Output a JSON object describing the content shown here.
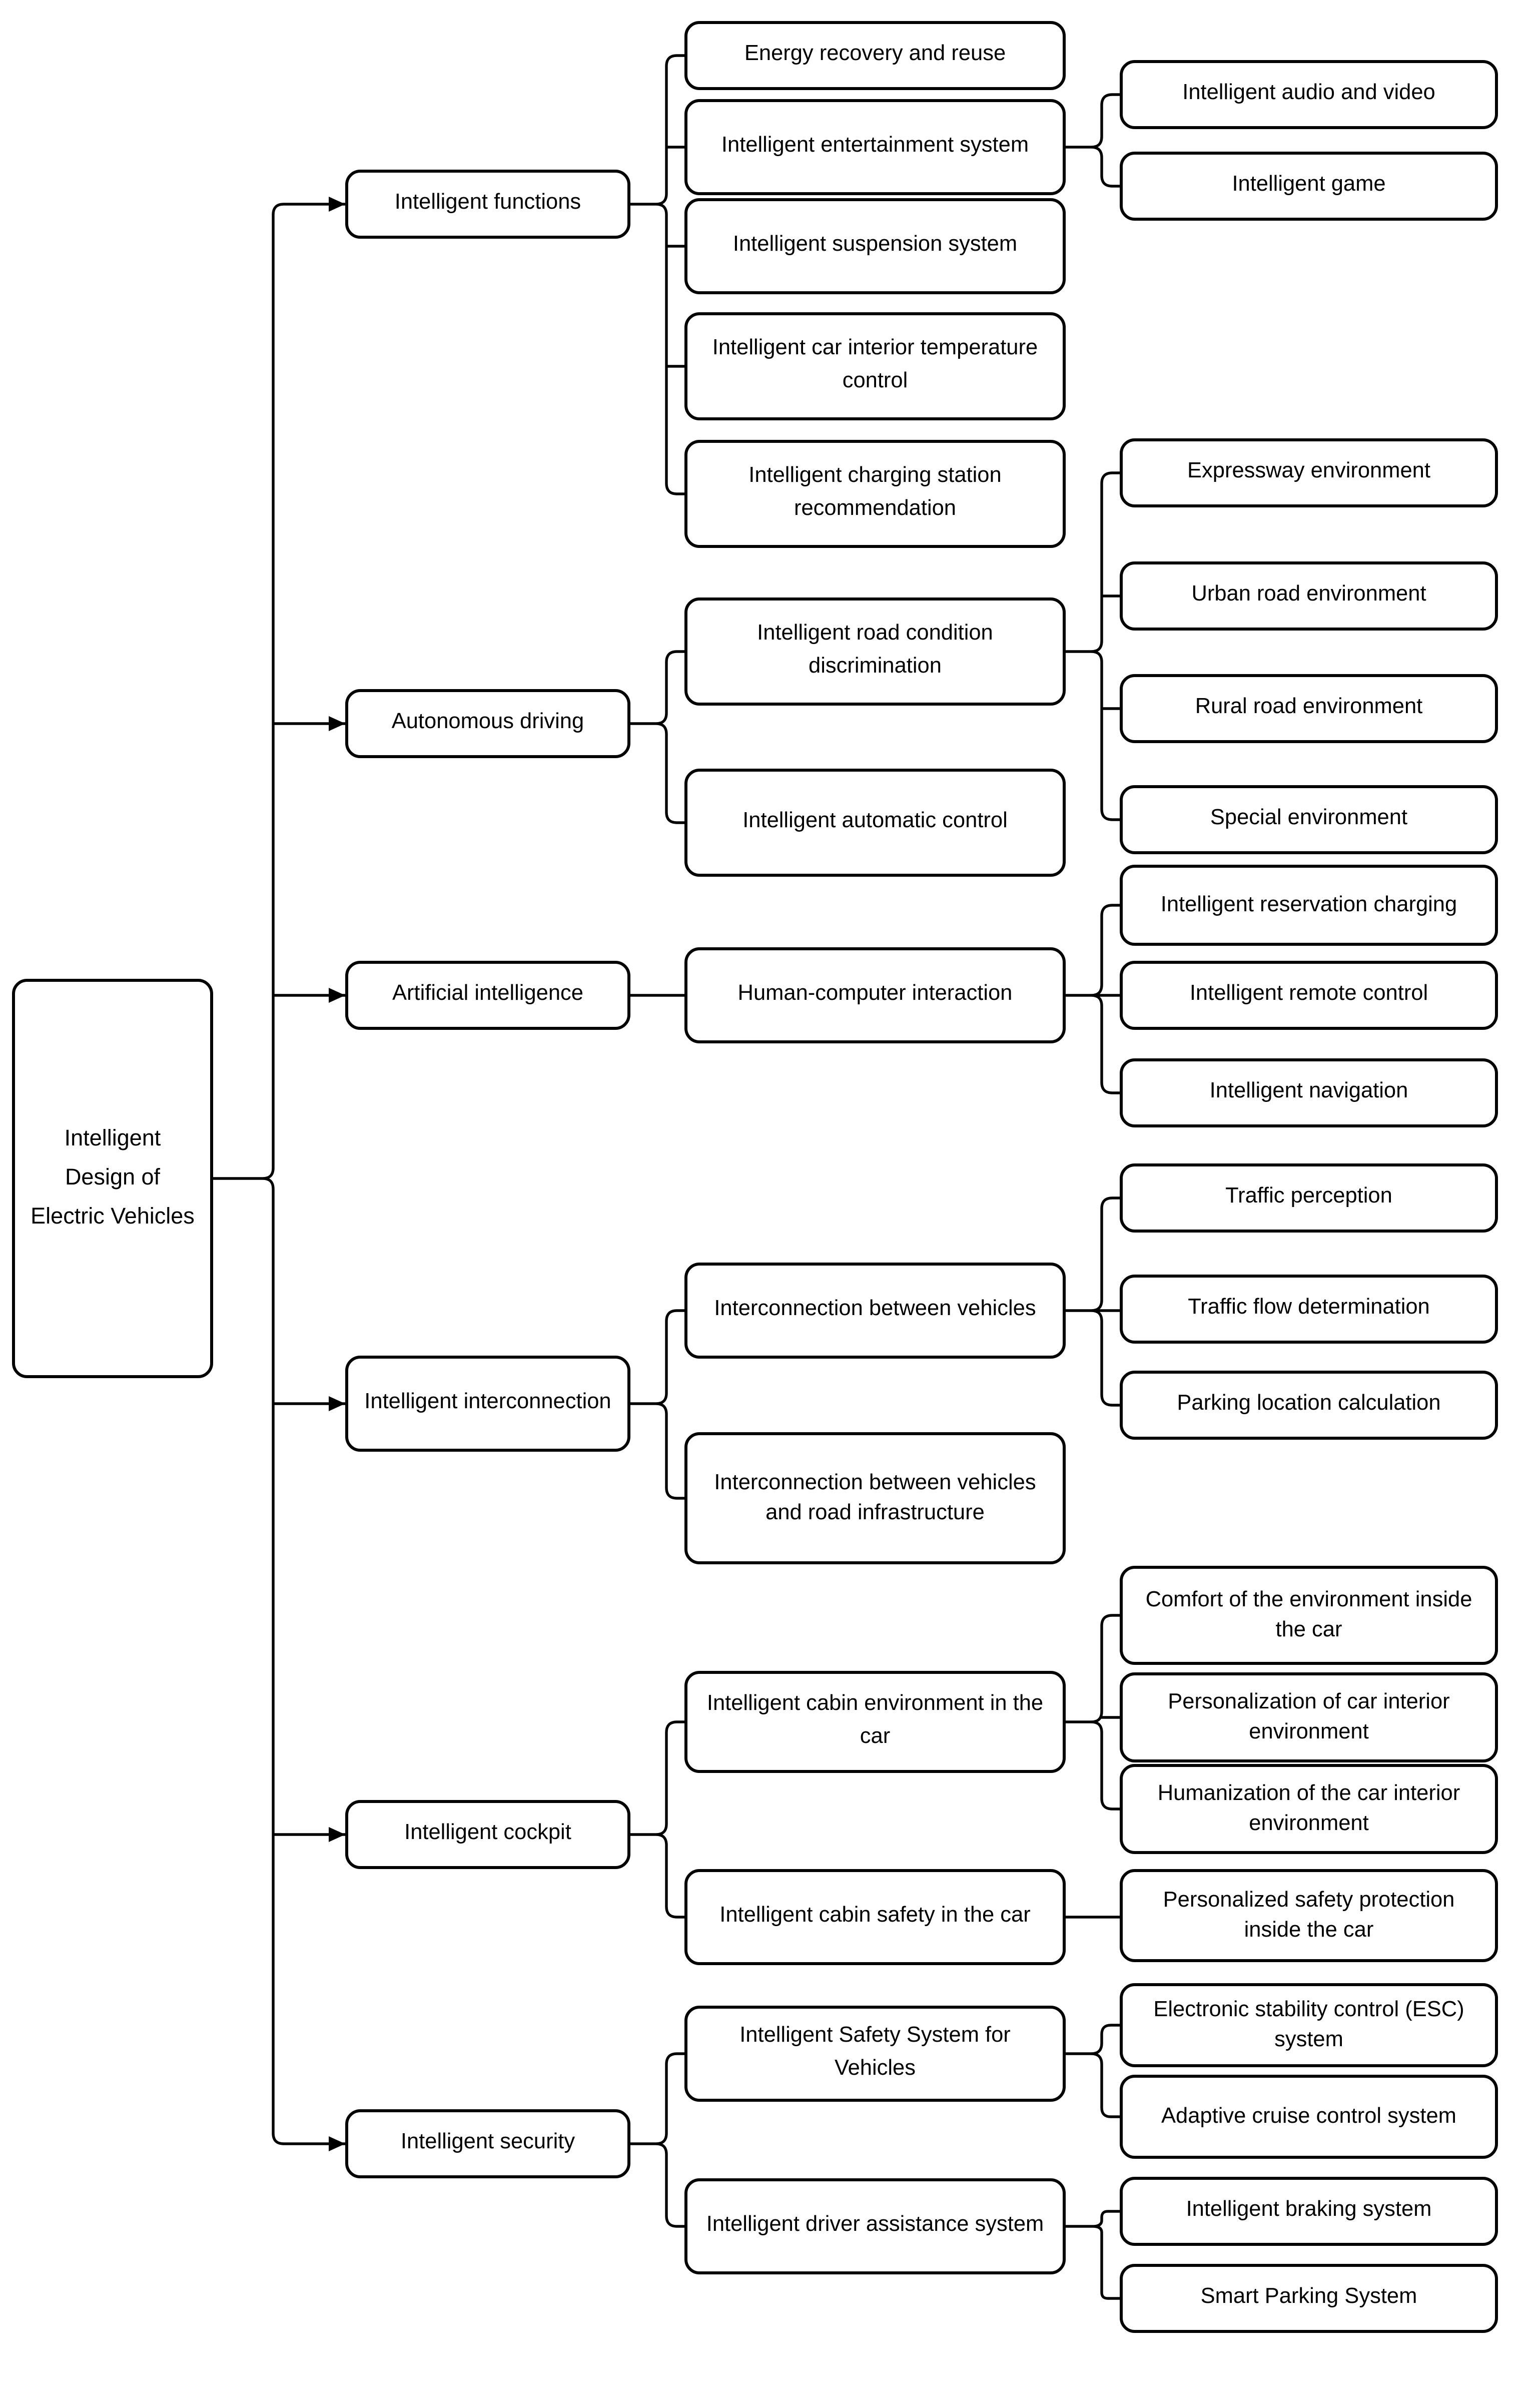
{
  "colors": {
    "background": "#ffffff",
    "box_fill": "#ffffff",
    "box_border": "#000000",
    "line": "#000000",
    "text": "#000000"
  },
  "root": {
    "label": "Intelligent Design of Electric Vehicles"
  },
  "branches": [
    {
      "label": "Intelligent functions",
      "children": [
        {
          "label": "Energy recovery and reuse"
        },
        {
          "label": "Intelligent entertainment system",
          "children": [
            {
              "label": "Intelligent audio and video"
            },
            {
              "label": "Intelligent game"
            }
          ]
        },
        {
          "label": "Intelligent suspension system"
        },
        {
          "label": "Intelligent car interior temperature control"
        },
        {
          "label": "Intelligent charging station recommendation"
        }
      ]
    },
    {
      "label": "Autonomous driving",
      "children": [
        {
          "label": "Intelligent road condition discrimination",
          "children": [
            {
              "label": "Expressway environment"
            },
            {
              "label": "Urban road environment"
            },
            {
              "label": "Rural road environment"
            },
            {
              "label": "Special environment"
            }
          ]
        },
        {
          "label": "Intelligent automatic control"
        }
      ]
    },
    {
      "label": "Artificial intelligence",
      "children": [
        {
          "label": "Human-computer interaction",
          "children": [
            {
              "label": "Intelligent reservation charging"
            },
            {
              "label": "Intelligent remote control"
            },
            {
              "label": "Intelligent navigation"
            }
          ]
        }
      ]
    },
    {
      "label": "Intelligent interconnection",
      "children": [
        {
          "label": "Interconnection between vehicles",
          "children": [
            {
              "label": "Traffic perception"
            },
            {
              "label": "Traffic flow determination"
            },
            {
              "label": "Parking location calculation"
            }
          ]
        },
        {
          "label": "Interconnection between vehicles and road infrastructure"
        }
      ]
    },
    {
      "label": "Intelligent cockpit",
      "children": [
        {
          "label": "Intelligent cabin environment in the car",
          "children": [
            {
              "label": "Comfort of the environment inside the car"
            },
            {
              "label": "Personalization of car interior environment"
            },
            {
              "label": "Humanization of the car interior environment"
            }
          ]
        },
        {
          "label": "Intelligent cabin safety in the car",
          "children": [
            {
              "label": "Personalized safety protection inside the car"
            }
          ]
        }
      ]
    },
    {
      "label": "Intelligent security",
      "children": [
        {
          "label": "Intelligent Safety System for Vehicles",
          "children": [
            {
              "label": "Electronic stability control (ESC)  system"
            },
            {
              "label": "Adaptive cruise control system"
            }
          ]
        },
        {
          "label": "Intelligent driver assistance system",
          "children": [
            {
              "label": "Intelligent braking system"
            },
            {
              "label": "Smart Parking System"
            }
          ]
        }
      ]
    }
  ]
}
